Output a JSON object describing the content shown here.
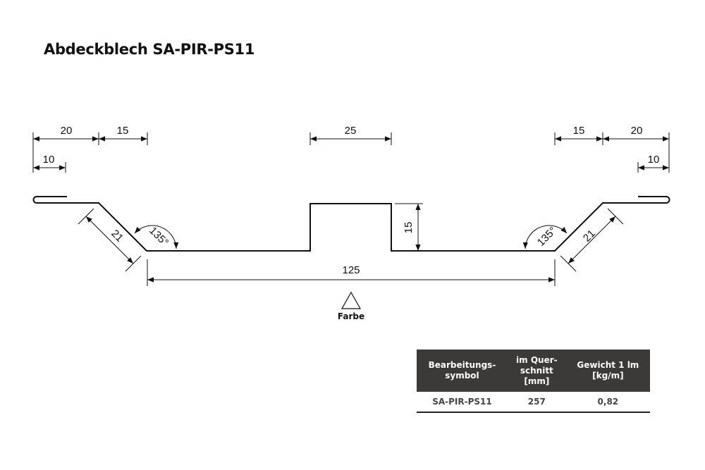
{
  "title": "Abdeckblech SA-PIR-PS11",
  "dimensions": {
    "left_20": "20",
    "left_15": "15",
    "left_10": "10",
    "center_25": "25",
    "right_15": "15",
    "right_20": "20",
    "right_10": "10",
    "height_15": "15",
    "bottom_125": "125",
    "left_slope_21": "21",
    "right_slope_21": "21",
    "left_angle": "135°",
    "right_angle": "135°"
  },
  "color_side_label": "Farbe",
  "table": {
    "headers": [
      "Bearbeitungs-\nsymbol",
      "im Quer-\nschnitt\n[mm]",
      "Gewicht 1 lm\n[kg/m]"
    ],
    "header_lines": [
      [
        "Bearbeitungs-",
        "symbol"
      ],
      [
        "im Quer-",
        "schnitt",
        "[mm]"
      ],
      [
        "Gewicht 1 lm",
        "[kg/m]"
      ]
    ],
    "rows": [
      [
        "SA-PIR-PS11",
        "257",
        "0,82"
      ]
    ]
  }
}
